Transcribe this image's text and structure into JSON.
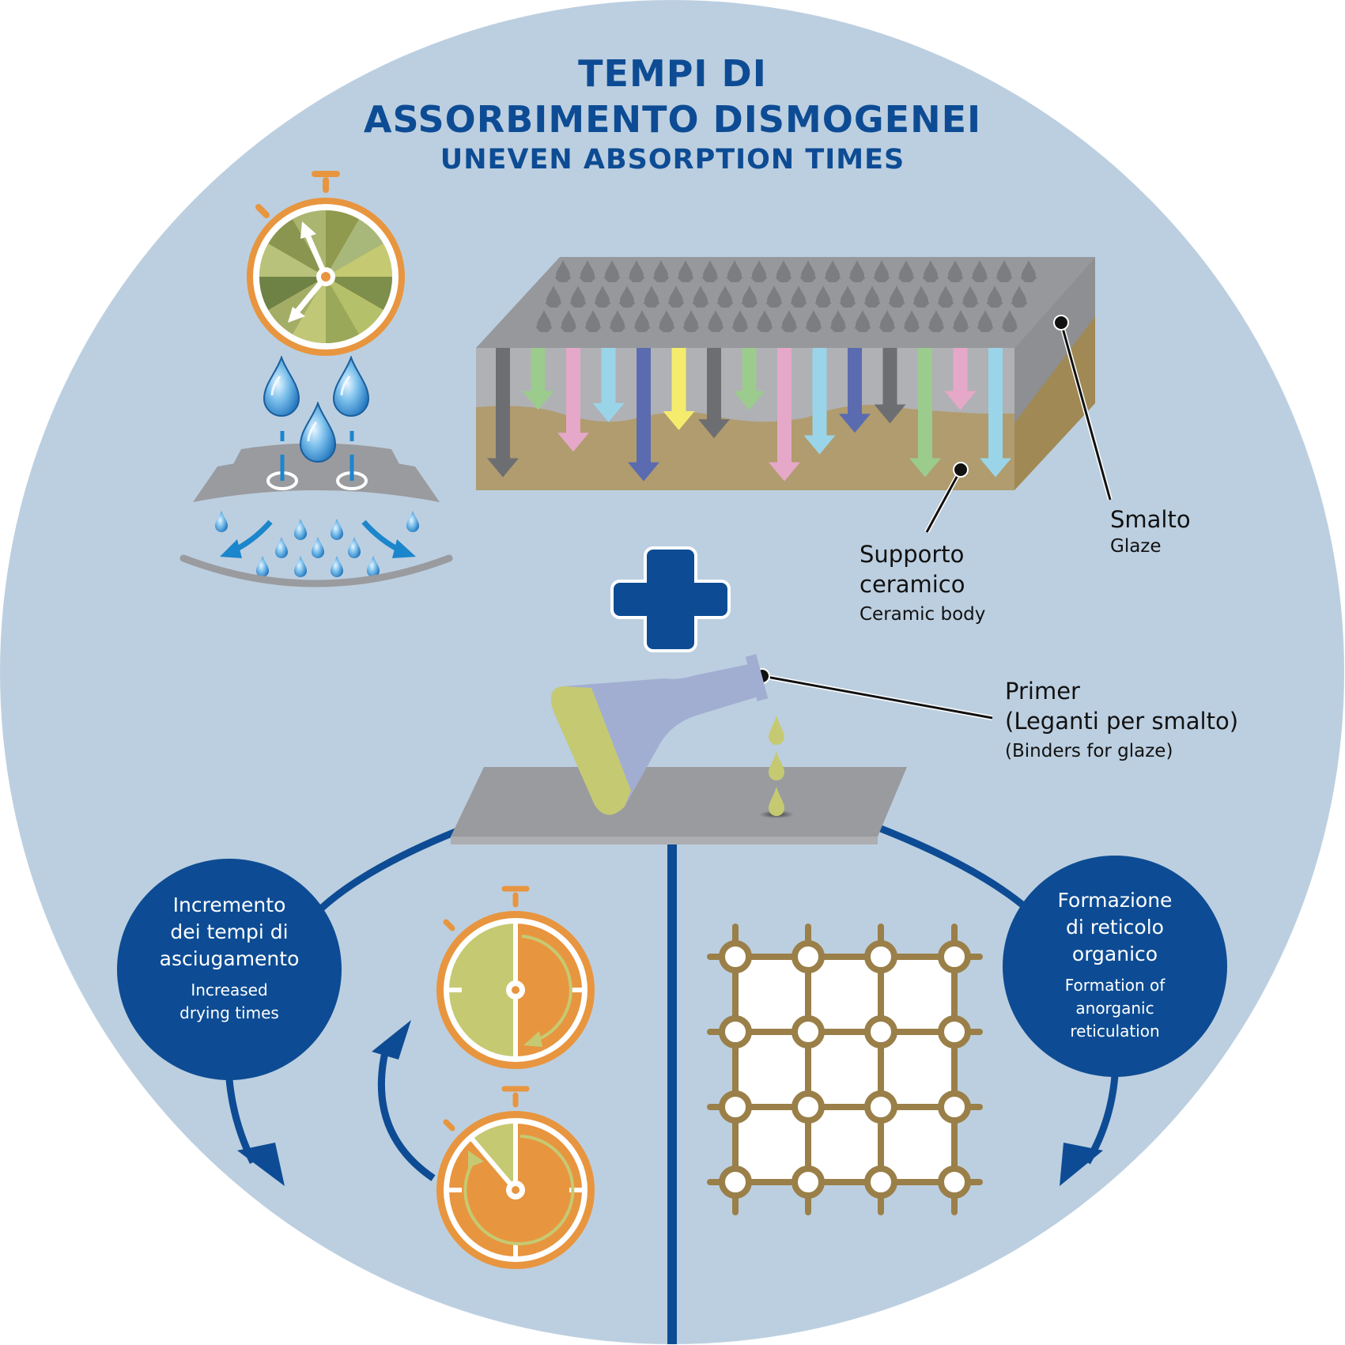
{
  "title": {
    "line1": "TEMPI DI",
    "line2": "ASSORBIMENTO DISMOGENEI",
    "line3": "UNEVEN ABSORPTION TIMES"
  },
  "labels": {
    "glaze": {
      "it": "Smalto",
      "en": "Glaze"
    },
    "ceramic_body": {
      "it_line1": "Supporto",
      "it_line2": "ceramico",
      "en": "Ceramic body"
    },
    "primer": {
      "it_line1": "Primer",
      "it_line2": "(Leganti per smalto)",
      "en": "(Binders for glaze)"
    }
  },
  "bubbles": {
    "left": {
      "it_lines": [
        "Incremento",
        "dei tempi di",
        "asciugamento"
      ],
      "en_lines": [
        "Increased",
        "drying times"
      ]
    },
    "right": {
      "it_lines": [
        "Formazione",
        "di reticolo",
        "organico"
      ],
      "en_lines": [
        "Formation of",
        "anorganic",
        "reticulation"
      ]
    }
  },
  "icons": {
    "top_left": "stopwatch-icon",
    "drops": "water-drops-icon",
    "block": "glaze-ceramic-block-icon",
    "plus": "plus-icon",
    "flask": "primer-flask-icon",
    "timers": "drying-stopwatches-icon",
    "grid": "reticulation-grid-icon"
  },
  "colors": {
    "background_circle": "#bccfe0",
    "brand_blue": "#0d4c94",
    "orange": "#e8953f",
    "olive": "#c5ca72",
    "gray": "#9a9b9f",
    "ceramic": "#b09c6e",
    "grid_brown": "#9a7f48"
  },
  "block_arrows": [
    {
      "color": "#6d6e71",
      "len": 0.95
    },
    {
      "color": "#9ccb8e",
      "len": 0.45
    },
    {
      "color": "#e6a8c8",
      "len": 0.76
    },
    {
      "color": "#9ad4e8",
      "len": 0.54
    },
    {
      "color": "#5b6bb0",
      "len": 0.98
    },
    {
      "color": "#f5ec6e",
      "len": 0.6
    },
    {
      "color": "#6d6e71",
      "len": 0.66
    },
    {
      "color": "#9ccb8e",
      "len": 0.45
    },
    {
      "color": "#e6a8c8",
      "len": 0.98
    },
    {
      "color": "#9ad4e8",
      "len": 0.78
    },
    {
      "color": "#5b6bb0",
      "len": 0.62
    },
    {
      "color": "#6d6e71",
      "len": 0.55
    },
    {
      "color": "#9ccb8e",
      "len": 0.95
    },
    {
      "color": "#e6a8c8",
      "len": 0.45
    },
    {
      "color": "#9ad4e8",
      "len": 0.95
    }
  ]
}
